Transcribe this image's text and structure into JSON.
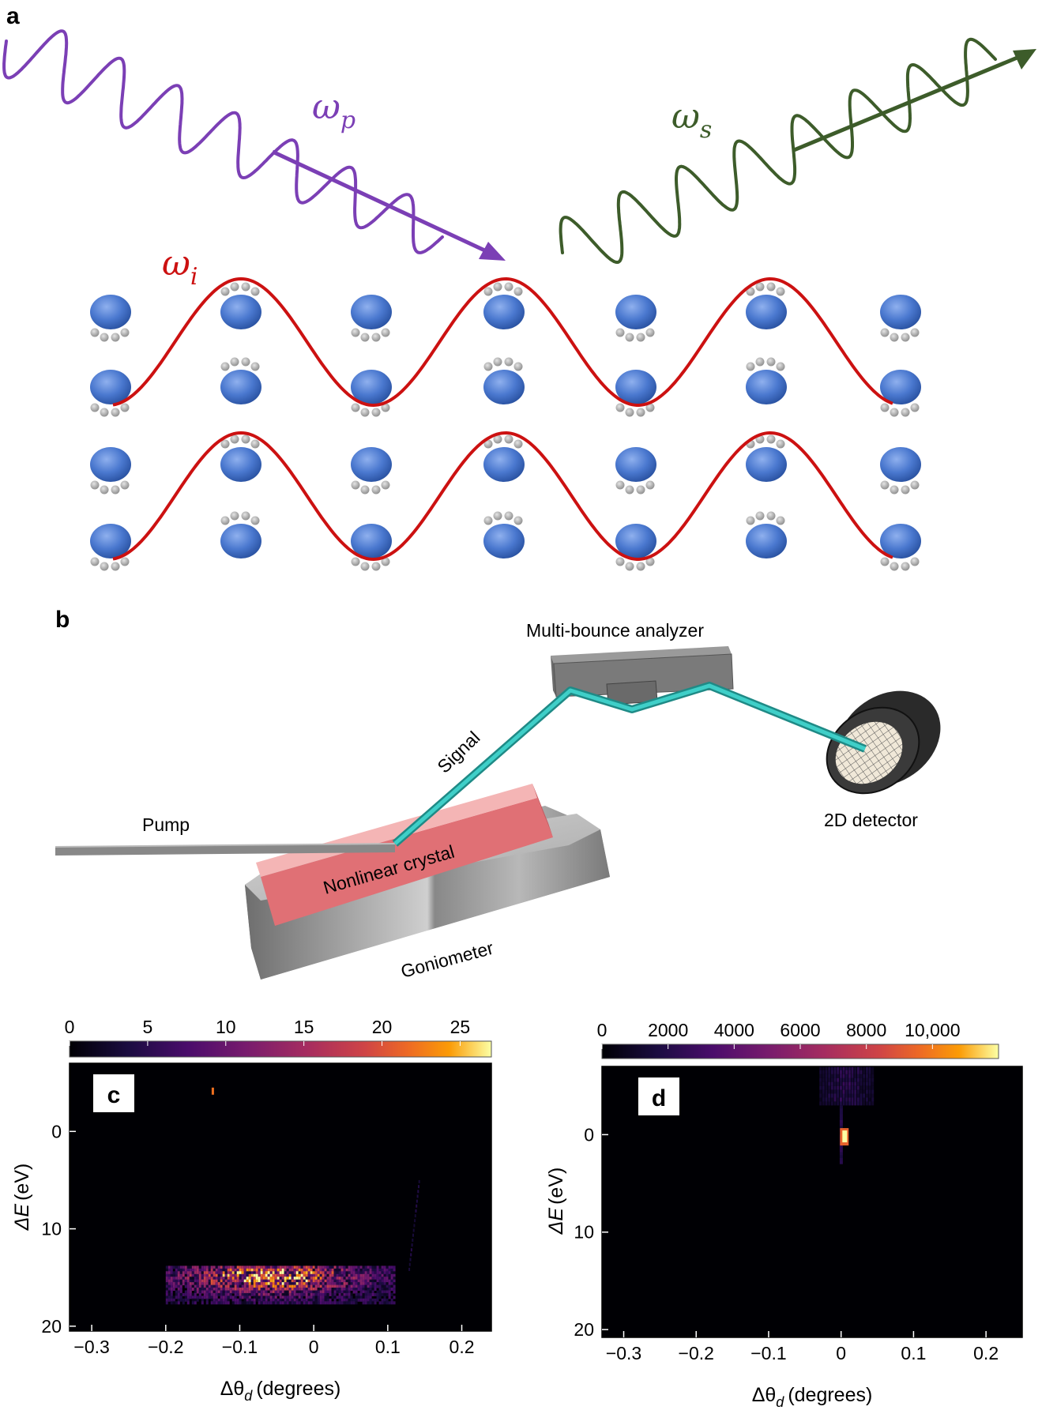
{
  "panel_a": {
    "label": "a",
    "omega_p": "ω",
    "omega_p_sub": "p",
    "omega_s": "ω",
    "omega_s_sub": "s",
    "omega_i": "ω",
    "omega_i_sub": "i",
    "colors": {
      "pump": "#7b3fb5",
      "signal": "#3d5c2a",
      "idler": "#cc1111",
      "atom": "#3d6cc4",
      "electron": "#a0a0a0"
    }
  },
  "panel_b": {
    "label": "b",
    "multi_bounce_analyzer": "Multi-bounce analyzer",
    "signal": "Signal",
    "pump": "Pump",
    "nonlinear_crystal": "Nonlinear crystal",
    "goniometer": "Goniometer",
    "detector": "2D detector",
    "colors": {
      "beam": "#29b3ad",
      "crystal": "#e87a7e"
    }
  },
  "chart_data": [
    {
      "type": "heatmap",
      "panel_label": "c",
      "xlabel": "Δθ",
      "xlabel_sub": "d",
      "xlabel_unit": "(degrees)",
      "ylabel": "ΔE",
      "ylabel_unit": "(eV)",
      "xlim": [
        -0.33,
        0.24
      ],
      "ylim": [
        20.5,
        -7
      ],
      "xticks": [
        "−0.3",
        "−0.2",
        "−0.1",
        "0",
        "0.1",
        "0.2"
      ],
      "xtick_values": [
        -0.3,
        -0.2,
        -0.1,
        0,
        0.1,
        0.2
      ],
      "yticks": [
        "0",
        "10",
        "20"
      ],
      "ytick_values": [
        0,
        10,
        20
      ],
      "colorbar": {
        "min": 0,
        "max": 27,
        "ticks": [
          "0",
          "5",
          "10",
          "15",
          "20",
          "25"
        ],
        "tick_values": [
          0,
          5,
          10,
          15,
          20,
          25
        ]
      },
      "features": [
        {
          "name": "band",
          "x_range": [
            -0.2,
            0.11
          ],
          "y_range": [
            13.8,
            17.5
          ],
          "peak_x": -0.06,
          "peak_y": 14.8,
          "peak": 27
        },
        {
          "name": "spot",
          "x": -0.138,
          "y": -4.5,
          "value": 22
        }
      ]
    },
    {
      "type": "heatmap",
      "panel_label": "d",
      "xlabel": "Δθ",
      "xlabel_sub": "d",
      "xlabel_unit": "(degrees)",
      "ylabel": "ΔE",
      "ylabel_unit": "(eV)",
      "xlim": [
        -0.33,
        0.25
      ],
      "ylim": [
        20.8,
        -7
      ],
      "xticks": [
        "−0.3",
        "−0.2",
        "−0.1",
        "0",
        "0.1",
        "0.2"
      ],
      "xtick_values": [
        -0.3,
        -0.2,
        -0.1,
        0,
        0.1,
        0.2
      ],
      "yticks": [
        "0",
        "10",
        "20"
      ],
      "ytick_values": [
        0,
        10,
        20
      ],
      "colorbar": {
        "min": 0,
        "max": 12000,
        "ticks": [
          "0",
          "2000",
          "4000",
          "6000",
          "8000",
          "10,000"
        ],
        "tick_values": [
          0,
          2000,
          4000,
          6000,
          8000,
          10000
        ]
      },
      "features": [
        {
          "name": "peak",
          "x": 0.005,
          "y": 0.3,
          "value": 12000
        },
        {
          "name": "halo",
          "x_range": [
            -0.03,
            0.045
          ],
          "y_range": [
            -7,
            -3
          ],
          "value": 1500
        }
      ]
    }
  ]
}
